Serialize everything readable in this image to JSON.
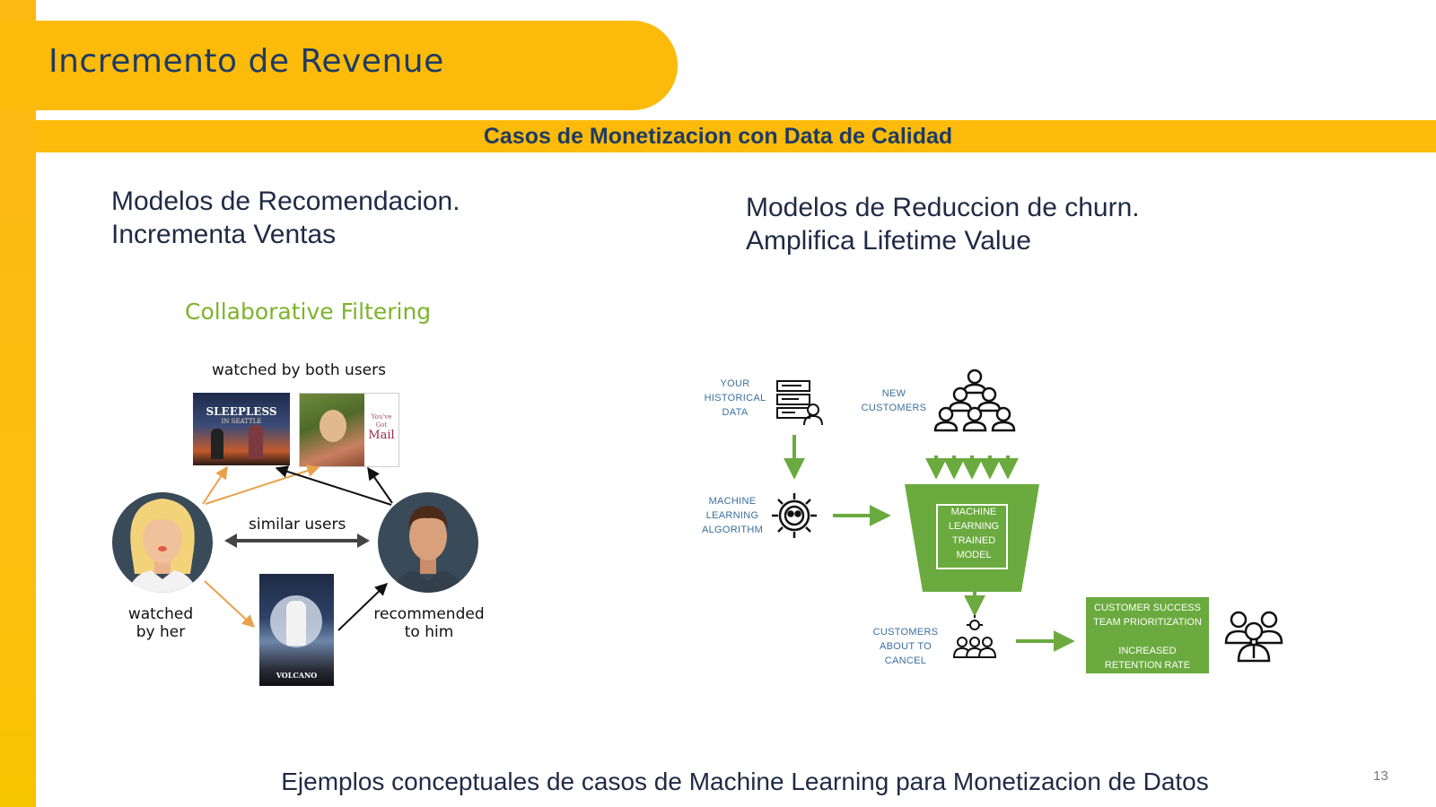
{
  "slide": {
    "title": "Incremento de Revenue",
    "subtitle": "Casos de Monetizacion con Data de Calidad",
    "caption": "Ejemplos conceptuales de casos de Machine Learning para Monetizacion de Datos",
    "page_number": "13"
  },
  "left": {
    "heading_line1": "Modelos de Recomendacion.",
    "heading_line2": "Incrementa Ventas",
    "diagram": {
      "title": "Collaborative Filtering",
      "watched_both": "watched by both users",
      "similar_users": "similar users",
      "watched_her_line1": "watched",
      "watched_her_line2": "by her",
      "recommended_line1": "recommended",
      "recommended_line2": "to him",
      "posters": {
        "sleepless": "SLEEPLESS",
        "sleepless_sub": "IN SEATTLE",
        "mail_line1": "You've",
        "mail_line2": "Got",
        "mail_line3": "Mail",
        "volcano": "VOLCANO"
      }
    }
  },
  "right": {
    "heading_line1": "Modelos de Reduccion de churn.",
    "heading_line2": "Amplifica Lifetime Value",
    "diagram": {
      "hist_line1": "YOUR",
      "hist_line2": "HISTORICAL",
      "hist_line3": "DATA",
      "new_line1": "NEW",
      "new_line2": "CUSTOMERS",
      "ml_line1": "MACHINE",
      "ml_line2": "LEARNING",
      "ml_line3": "ALGORITHM",
      "model_line1": "MACHINE",
      "model_line2": "LEARNING",
      "model_line3": "TRAINED",
      "model_line4": "MODEL",
      "about_line1": "CUSTOMERS",
      "about_line2": "ABOUT TO",
      "about_line3": "CANCEL",
      "cs_line1": "CUSTOMER SUCCESS",
      "cs_line2": "TEAM PRIORITIZATION",
      "cs_line3": "INCREASED",
      "cs_line4": "RETENTION RATE"
    }
  },
  "colors": {
    "brand_yellow": "#fcbb0a",
    "title_navy": "#1f3b63",
    "cf_green": "#7db32a",
    "diagram_green": "#6aaa3e",
    "label_blue": "#3a6f9e",
    "arrow_orange": "#e8a04a"
  }
}
